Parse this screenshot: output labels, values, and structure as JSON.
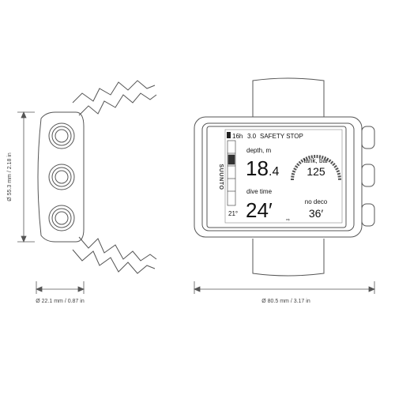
{
  "dimensions": {
    "height": "Ø 55.3 mm / 2.18 in",
    "depth": "Ø 22.1 mm / 0.87 in",
    "width": "Ø 80.5 mm / 3.17 in"
  },
  "brand": "SUUNTO",
  "screen": {
    "clock": "16h",
    "value_top": "3.0",
    "status": "SAFETY STOP",
    "depth_label": "depth, m",
    "depth_int": "18",
    "depth_dec": ".4",
    "tank_label": "tank, bar",
    "tank_value": "125",
    "dive_time_label": "dive time",
    "dive_time_value": "24′",
    "no_deco_label": "no deco",
    "no_deco_value": "36′",
    "temperature": "21°"
  },
  "colors": {
    "line": "#555555",
    "screen_bg": "#ffffff",
    "text": "#111111"
  }
}
